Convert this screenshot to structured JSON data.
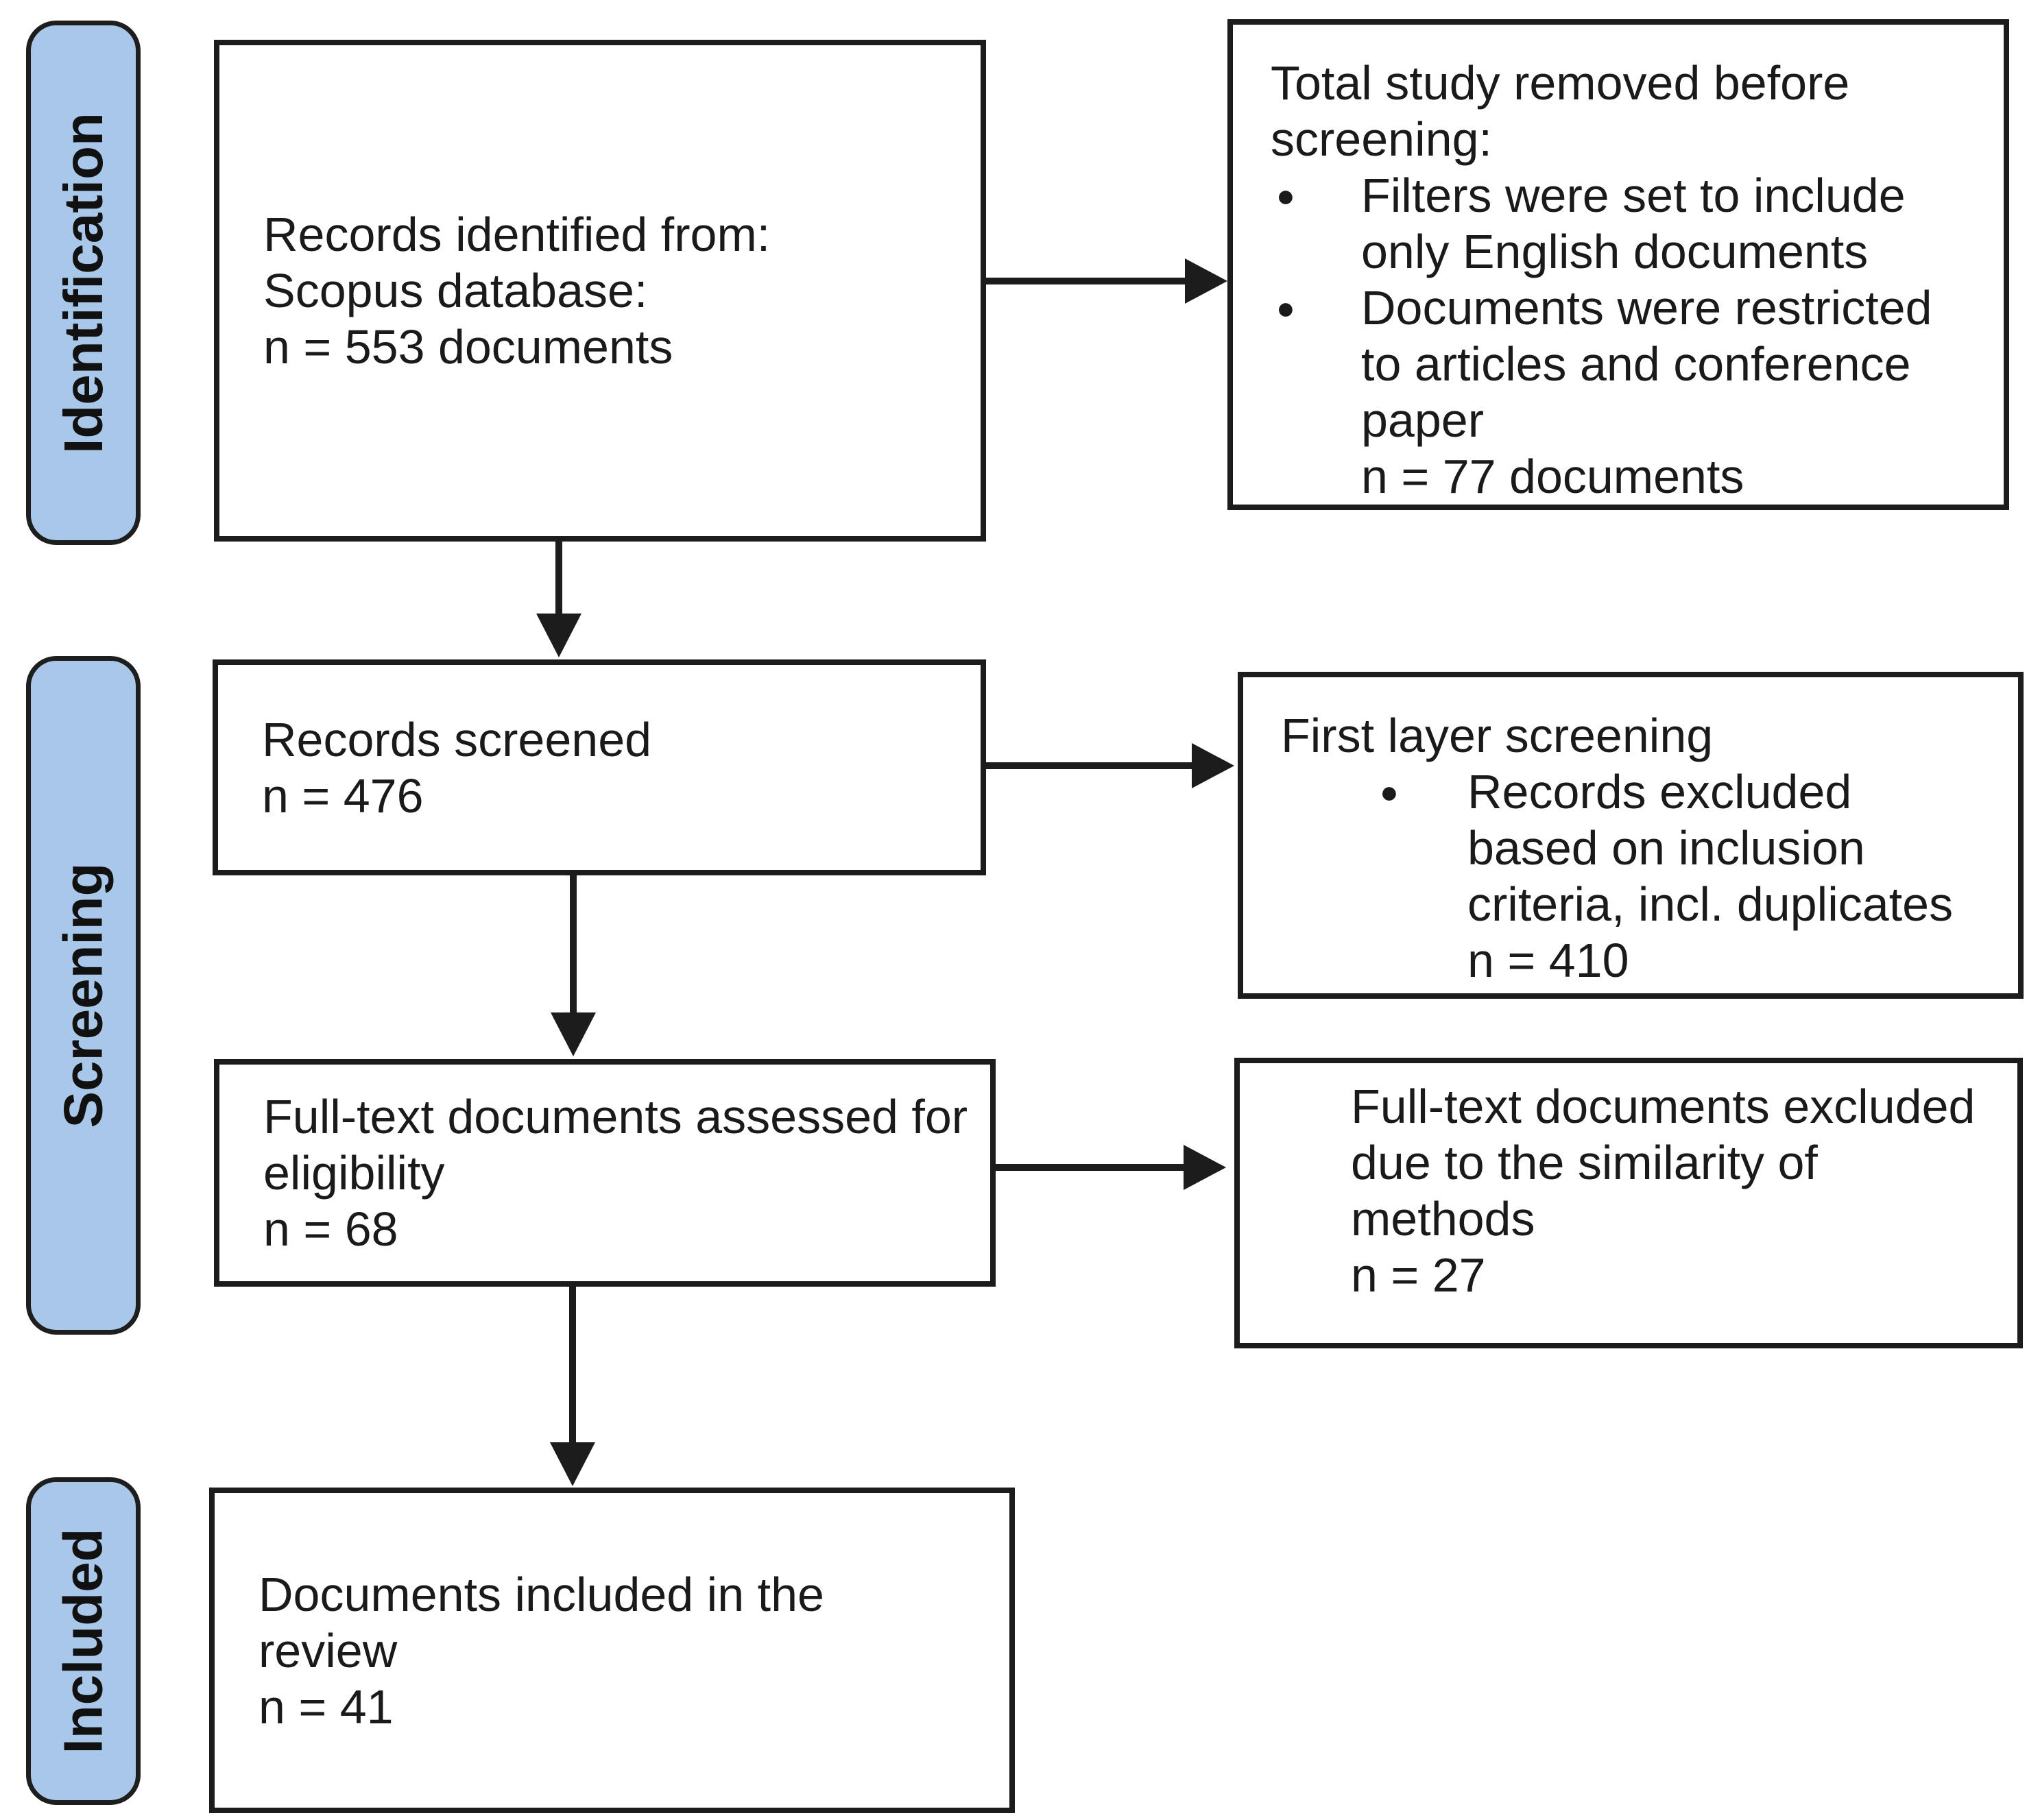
{
  "diagram": {
    "type": "PRISMA flow diagram",
    "colors": {
      "stage_fill": "#a9c8e9",
      "stage_border": "#1e1e1e",
      "box_border": "#1c1c1c",
      "text": "#1a1a1a",
      "background": "#ffffff"
    },
    "glyphs": {
      "bullet": "●"
    },
    "stages": [
      {
        "label": "Identification"
      },
      {
        "label": "Screening"
      },
      {
        "label": "Included"
      }
    ],
    "boxes": {
      "identified": {
        "lines": [
          "Records identified from:",
          "Scopus database:",
          "n = 553 documents"
        ]
      },
      "removed_before_screening": {
        "heading_lines": [
          "Total study removed before",
          "screening:"
        ],
        "bullets": [
          {
            "lines": [
              "Filters were set to include",
              "only English documents"
            ]
          },
          {
            "lines": [
              "Documents were restricted",
              "to articles and conference",
              "paper",
              "n = 77 documents"
            ]
          }
        ]
      },
      "screened": {
        "lines": [
          "Records screened",
          "n = 476"
        ]
      },
      "first_layer_screening": {
        "heading_lines": [
          "First layer screening"
        ],
        "bullets": [
          {
            "lines": [
              "Records excluded",
              "based on inclusion",
              "criteria, incl. duplicates",
              "n = 410"
            ]
          }
        ]
      },
      "fulltext_assessed": {
        "lines": [
          "Full-text documents assessed for",
          "eligibility",
          "n = 68"
        ]
      },
      "fulltext_excluded": {
        "lines": [
          "Full-text documents excluded",
          "due to the similarity of",
          "methods",
          "n = 27"
        ]
      },
      "included_review": {
        "lines": [
          "Documents included in the",
          "review",
          "n = 41"
        ]
      }
    }
  }
}
